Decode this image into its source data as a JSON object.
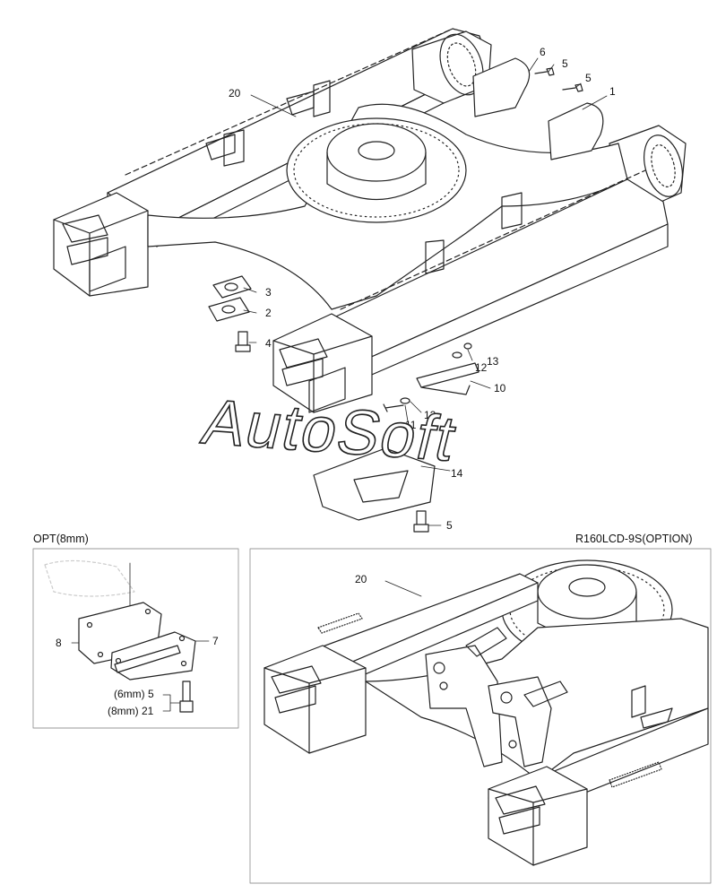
{
  "watermark": "AutoSoft",
  "callouts": {
    "c1": "1",
    "c2": "2",
    "c3": "3",
    "c4": "4",
    "c5a": "5",
    "c5b": "5",
    "c5c": "5",
    "c6": "6",
    "c10": "10",
    "c11": "11",
    "c12a": "12",
    "c12b": "12",
    "c13": "13",
    "c14": "14",
    "c20": "20"
  },
  "opt_panel": {
    "title": "OPT(8mm)",
    "c7": "7",
    "c8": "8",
    "row_6mm": "(6mm) 5",
    "row_8mm": "(8mm) 21"
  },
  "option_panel": {
    "title": "R160LCD-9S(OPTION)",
    "c20": "20"
  }
}
